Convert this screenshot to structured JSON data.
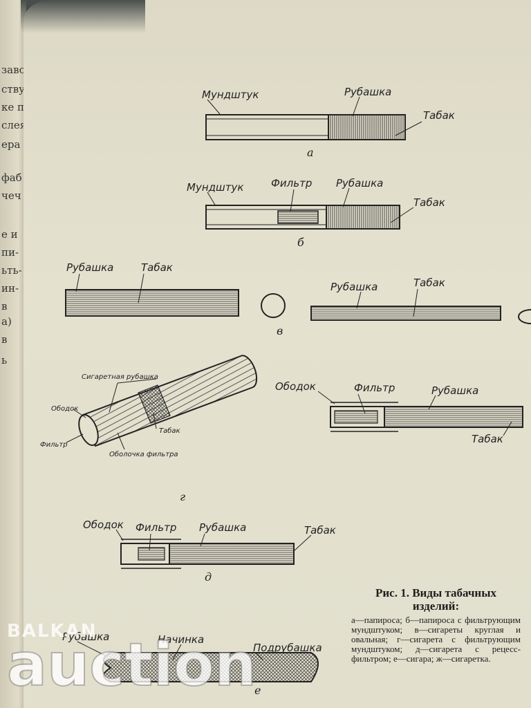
{
  "left_page_fragments": [
    "заво",
    "ствую",
    "ке п",
    "слея",
    "ера",
    "фаб",
    "чеч",
    "е и",
    "пи-",
    "ьть-",
    "ин-",
    "в",
    "а)",
    "в",
    "ь"
  ],
  "figure": {
    "a": {
      "mouthpiece": "Мундштук",
      "wrapper": "Рубашка",
      "tobacco": "Табак",
      "letter": "а"
    },
    "b": {
      "mouthpiece": "Мундштук",
      "filter": "Фильтр",
      "wrapper": "Рубашка",
      "tobacco": "Табак",
      "letter": "б"
    },
    "v": {
      "wrapper_left": "Рубашка",
      "tobacco_left": "Табак",
      "wrapper_right": "Рубашка",
      "tobacco_right": "Табак",
      "letter": "в"
    },
    "g": {
      "cig_paper": "Сигаретная рубашка",
      "rim": "Ободок",
      "filter": "Фильтр",
      "tobacco": "Табак",
      "filter_shell": "Оболочка фильтра",
      "rim_right": "Ободок",
      "filter_right": "Фильтр",
      "wrapper_right": "Рубашка",
      "tobacco_right": "Табак",
      "letter": "г"
    },
    "d": {
      "rim": "Ободок",
      "filter": "Фильтр",
      "wrapper": "Рубашка",
      "tobacco": "Табак",
      "letter": "д"
    },
    "e": {
      "wrapper": "Рубашка",
      "filling": "Начинка",
      "binder": "Подрубашка",
      "letter": "е"
    }
  },
  "caption": {
    "title": "Рис. 1. Виды табачных изделий:",
    "legend": "а—папироса; б—папироса с фильтрующим мундштуком; в—сигареты круглая и овальная; г—сигарета с фильтрующим мундштуком; д—сигарета с рецесс-фильтром; е—сигара; ж—сигаретка."
  },
  "watermark": {
    "line1": "BALKAN",
    "line2": "auction"
  }
}
